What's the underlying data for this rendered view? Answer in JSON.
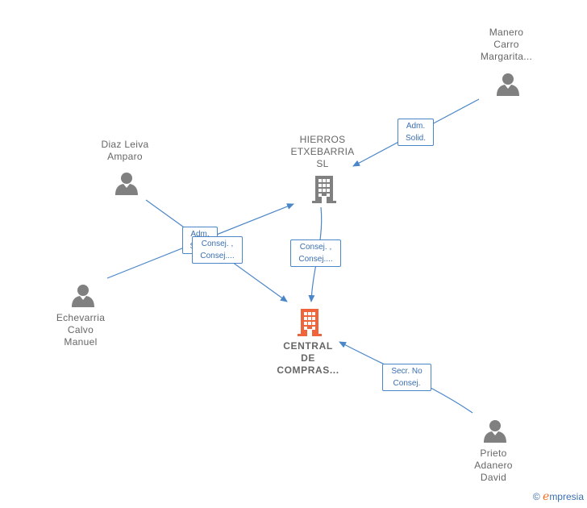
{
  "nodes": {
    "manero": {
      "lines": [
        "Manero",
        "Carro",
        "Margarita..."
      ]
    },
    "diaz": {
      "lines": [
        "Diaz Leiva",
        "Amparo"
      ]
    },
    "hierros": {
      "lines": [
        "HIERROS",
        "ETXEBARRIA",
        "SL"
      ]
    },
    "echevarria": {
      "lines": [
        "Echevarria",
        "Calvo",
        "Manuel"
      ]
    },
    "central": {
      "lines": [
        "CENTRAL",
        "DE",
        "COMPRAS..."
      ]
    },
    "prieto": {
      "lines": [
        "Prieto",
        "Adanero",
        "David"
      ]
    }
  },
  "edges": {
    "manero_hierros": {
      "lines": [
        "Adm.",
        "Solid."
      ]
    },
    "diaz_hierros": {
      "lines": [
        "Adm.",
        "Solid."
      ]
    },
    "echevarria_central": {
      "lines": [
        "Consej. ,",
        "Consej...."
      ]
    },
    "hierros_central": {
      "lines": [
        "Consej. ,",
        "Consej...."
      ]
    },
    "prieto_central": {
      "lines": [
        "Secr.  No",
        "Consej."
      ]
    }
  },
  "colors": {
    "person": "#808080",
    "company": "#808080",
    "main_company": "#f0643c",
    "edge": "#4a86c8"
  },
  "footer": {
    "copyright": "©",
    "brand_e": "e",
    "brand_rest": "mpresia"
  }
}
